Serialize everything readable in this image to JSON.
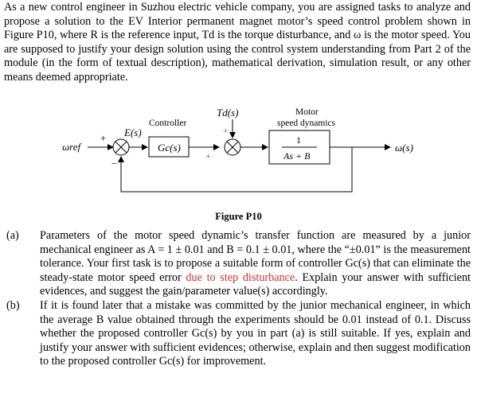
{
  "intro": {
    "text": "As a new control engineer in Suzhou electric vehicle company, you are assigned tasks to analyze and propose a solution to the EV Interior permanent magnet motor’s speed control problem shown in Figure P10, where R is the reference input, Td is the torque disturbance, and ω is the motor speed. You are supposed to justify your design solution using the control system understanding from Part 2 of the module (in the form of textual description), mathematical derivation, simulation result, or any other means deemed appropriate."
  },
  "diagram": {
    "input_label": "ωref",
    "plus_sign": "+",
    "minus_sign": "−",
    "error_label": "E(s)",
    "controller_title": "Controller",
    "controller_tf": "Gc(s)",
    "disturbance_label": "Td(s)",
    "disturbance_plus": "+",
    "forward_plus": "+",
    "plant_title_line1": "Motor",
    "plant_title_line2": "speed dynamics",
    "plant_numerator": "1",
    "plant_denominator": "As + B",
    "output_label": "ω(s)"
  },
  "figure_caption": "Figure P10",
  "parts": [
    {
      "label": "(a)",
      "text_before": "Parameters of the motor speed dynamic’s transfer function are measured by a junior mechanical engineer as  A = 1 ± 0.01 and B = 0.1 ± 0.01, where the “±0.01” is the measurement tolerance. Your first task is to propose a suitable form of controller Gc(s) that can eliminate the steady-state motor speed error ",
      "highlight": "due to step disturbance",
      "text_after": ". Explain your answer with sufficient evidences, and suggest the gain/parameter value(s) accordingly."
    },
    {
      "label": "(b)",
      "text": "If it is found later that a mistake was committed by the junior mechanical engineer, in which the average B value obtained through the experiments should be 0.01 instead of 0.1. Discuss whether the proposed controller Gc(s) by you in part (a) is still suitable. If yes, explain and justify your answer with sufficient evidences; otherwise, explain and then suggest modification to the proposed controller Gc(s) for improvement."
    }
  ],
  "colors": {
    "text": "#000000",
    "highlight": "#d0312d",
    "background": "#ffffff"
  }
}
